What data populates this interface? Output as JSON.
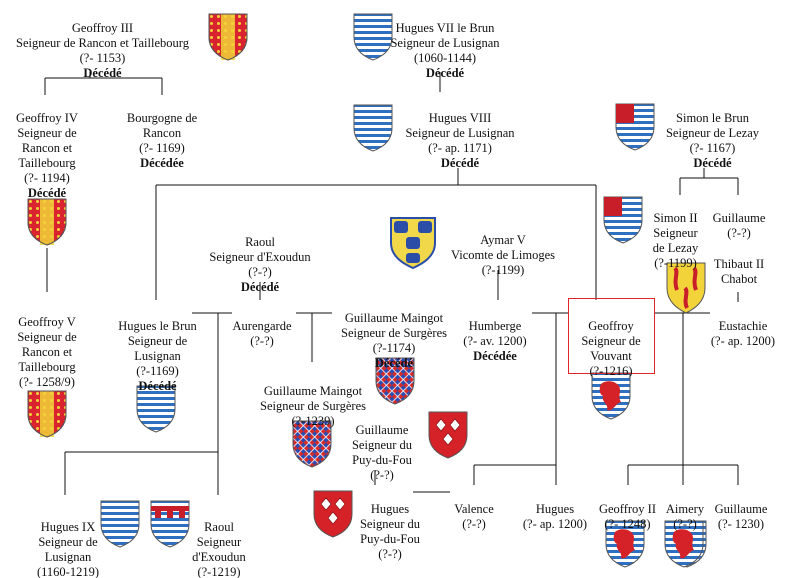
{
  "people": {
    "geoffroy3": {
      "text": "Geoffroy III\nSeigneur de Rancon et Taillebourg\n(?- 1153)",
      "status": "Décédé"
    },
    "hugues7": {
      "text": "Hugues VII le Brun\nSeigneur de Lusignan\n(1060-1144)",
      "status": "Décédé"
    },
    "geoffroy4": {
      "text": "Geoffroy IV\nSeigneur de\nRancon et\nTaillebourg\n(?- 1194)",
      "status": "Décédé"
    },
    "bourgogne": {
      "text": "Bourgogne de\nRancon\n(?- 1169)",
      "status": "Décédée"
    },
    "hugues8": {
      "text": "Hugues VIII\nSeigneur de Lusignan\n(?- ap. 1171)",
      "status": "Décédé"
    },
    "simon_le_brun": {
      "text": "Simon le Brun\nSeigneur de Lezay\n(?- 1167)",
      "status": "Décédé"
    },
    "simon2": {
      "text": "Simon II\nSeigneur\nde Lezay\n(?-1199)",
      "status": ""
    },
    "guillaume_a": {
      "text": "Guillaume\n(?-?)",
      "status": ""
    },
    "thibaut2": {
      "text": "Thibaut II\nChabot",
      "status": ""
    },
    "raoul_exoudun": {
      "text": "Raoul\nSeigneur d'Exoudun\n(?-?)",
      "status": "Décédé"
    },
    "aymar5": {
      "text": "Aymar V\nVicomte de Limoges\n(?-1199)",
      "status": ""
    },
    "geoffroy5": {
      "text": "Geoffroy V\nSeigneur de\nRancon et\nTaillebourg\n(?- 1258/9)",
      "status": ""
    },
    "hugues_le_brun": {
      "text": "Hugues le Brun\nSeigneur de\nLusignan\n(?-1169)",
      "status": "Décédé"
    },
    "aurengarde": {
      "text": "Aurengarde\n(?-?)",
      "status": ""
    },
    "guillaume_maingot1": {
      "text": "Guillaume Maingot\nSeigneur de Surgères\n(?-1174)",
      "status": "Décédé"
    },
    "humberge": {
      "text": "Humberge\n(?- av. 1200)",
      "status": "Décédée"
    },
    "geoffroy_vouvant": {
      "text": "Geoffroy\nSeigneur de\nVouvant\n(?-1216)",
      "status": ""
    },
    "eustachie": {
      "text": "Eustachie\n(?- ap. 1200)",
      "status": ""
    },
    "guillaume_maingot2": {
      "text": "Guillaume Maingot\nSeigneur de Surgères\n(?-1239)",
      "status": ""
    },
    "guillaume_puy": {
      "text": "Guillaume\nSeigneur du\nPuy-du-Fou\n(?-?)",
      "status": ""
    },
    "hugues9": {
      "text": "Hugues IX\nSeigneur de\nLusignan\n(1160-1219)",
      "status": ""
    },
    "raoul2": {
      "text": "Raoul\nSeigneur\nd'Exoudun\n(?-1219)",
      "status": ""
    },
    "hugues_puy": {
      "text": "Hugues\nSeigneur du\nPuy-du-Fou\n(?-?)",
      "status": ""
    },
    "valence": {
      "text": "Valence\n(?-?)",
      "status": ""
    },
    "hugues_b": {
      "text": "Hugues\n(?- ap. 1200)",
      "status": ""
    },
    "geoffroy2": {
      "text": "Geoffroy II\n(?- 1248)",
      "status": ""
    },
    "aimery": {
      "text": "Aimery\n(?-?)",
      "status": ""
    },
    "guillaume_c": {
      "text": "Guillaume\n(?- 1230)",
      "status": ""
    }
  },
  "colors": {
    "rancon_red": "#d9232e",
    "rancon_gold": "#f2d43a",
    "lusignan_blue": "#2f6fc0",
    "lusignan_silver": "#ffffff",
    "lezay_red": "#c81e2a",
    "limoges_gold": "#f0d84a",
    "limoges_blue": "#2a4ea8",
    "surgeres_red": "#d42a2a",
    "surgeres_blue": "#2a4cb0",
    "puyfou_red": "#d42228",
    "highlight": "#e0262a",
    "line": "#111111"
  },
  "icons": {
    "rancon": "shield-rancon-icon",
    "lusignan": "shield-lusignan-icon",
    "lezay": "shield-lezay-icon",
    "chabot": "shield-chabot-icon",
    "limoges": "shield-limoges-icon",
    "surgeres": "shield-surgeres-icon",
    "puyfou": "shield-puyfou-icon",
    "vouvant": "shield-vouvant-icon",
    "exoudun": "shield-exoudun-icon"
  }
}
